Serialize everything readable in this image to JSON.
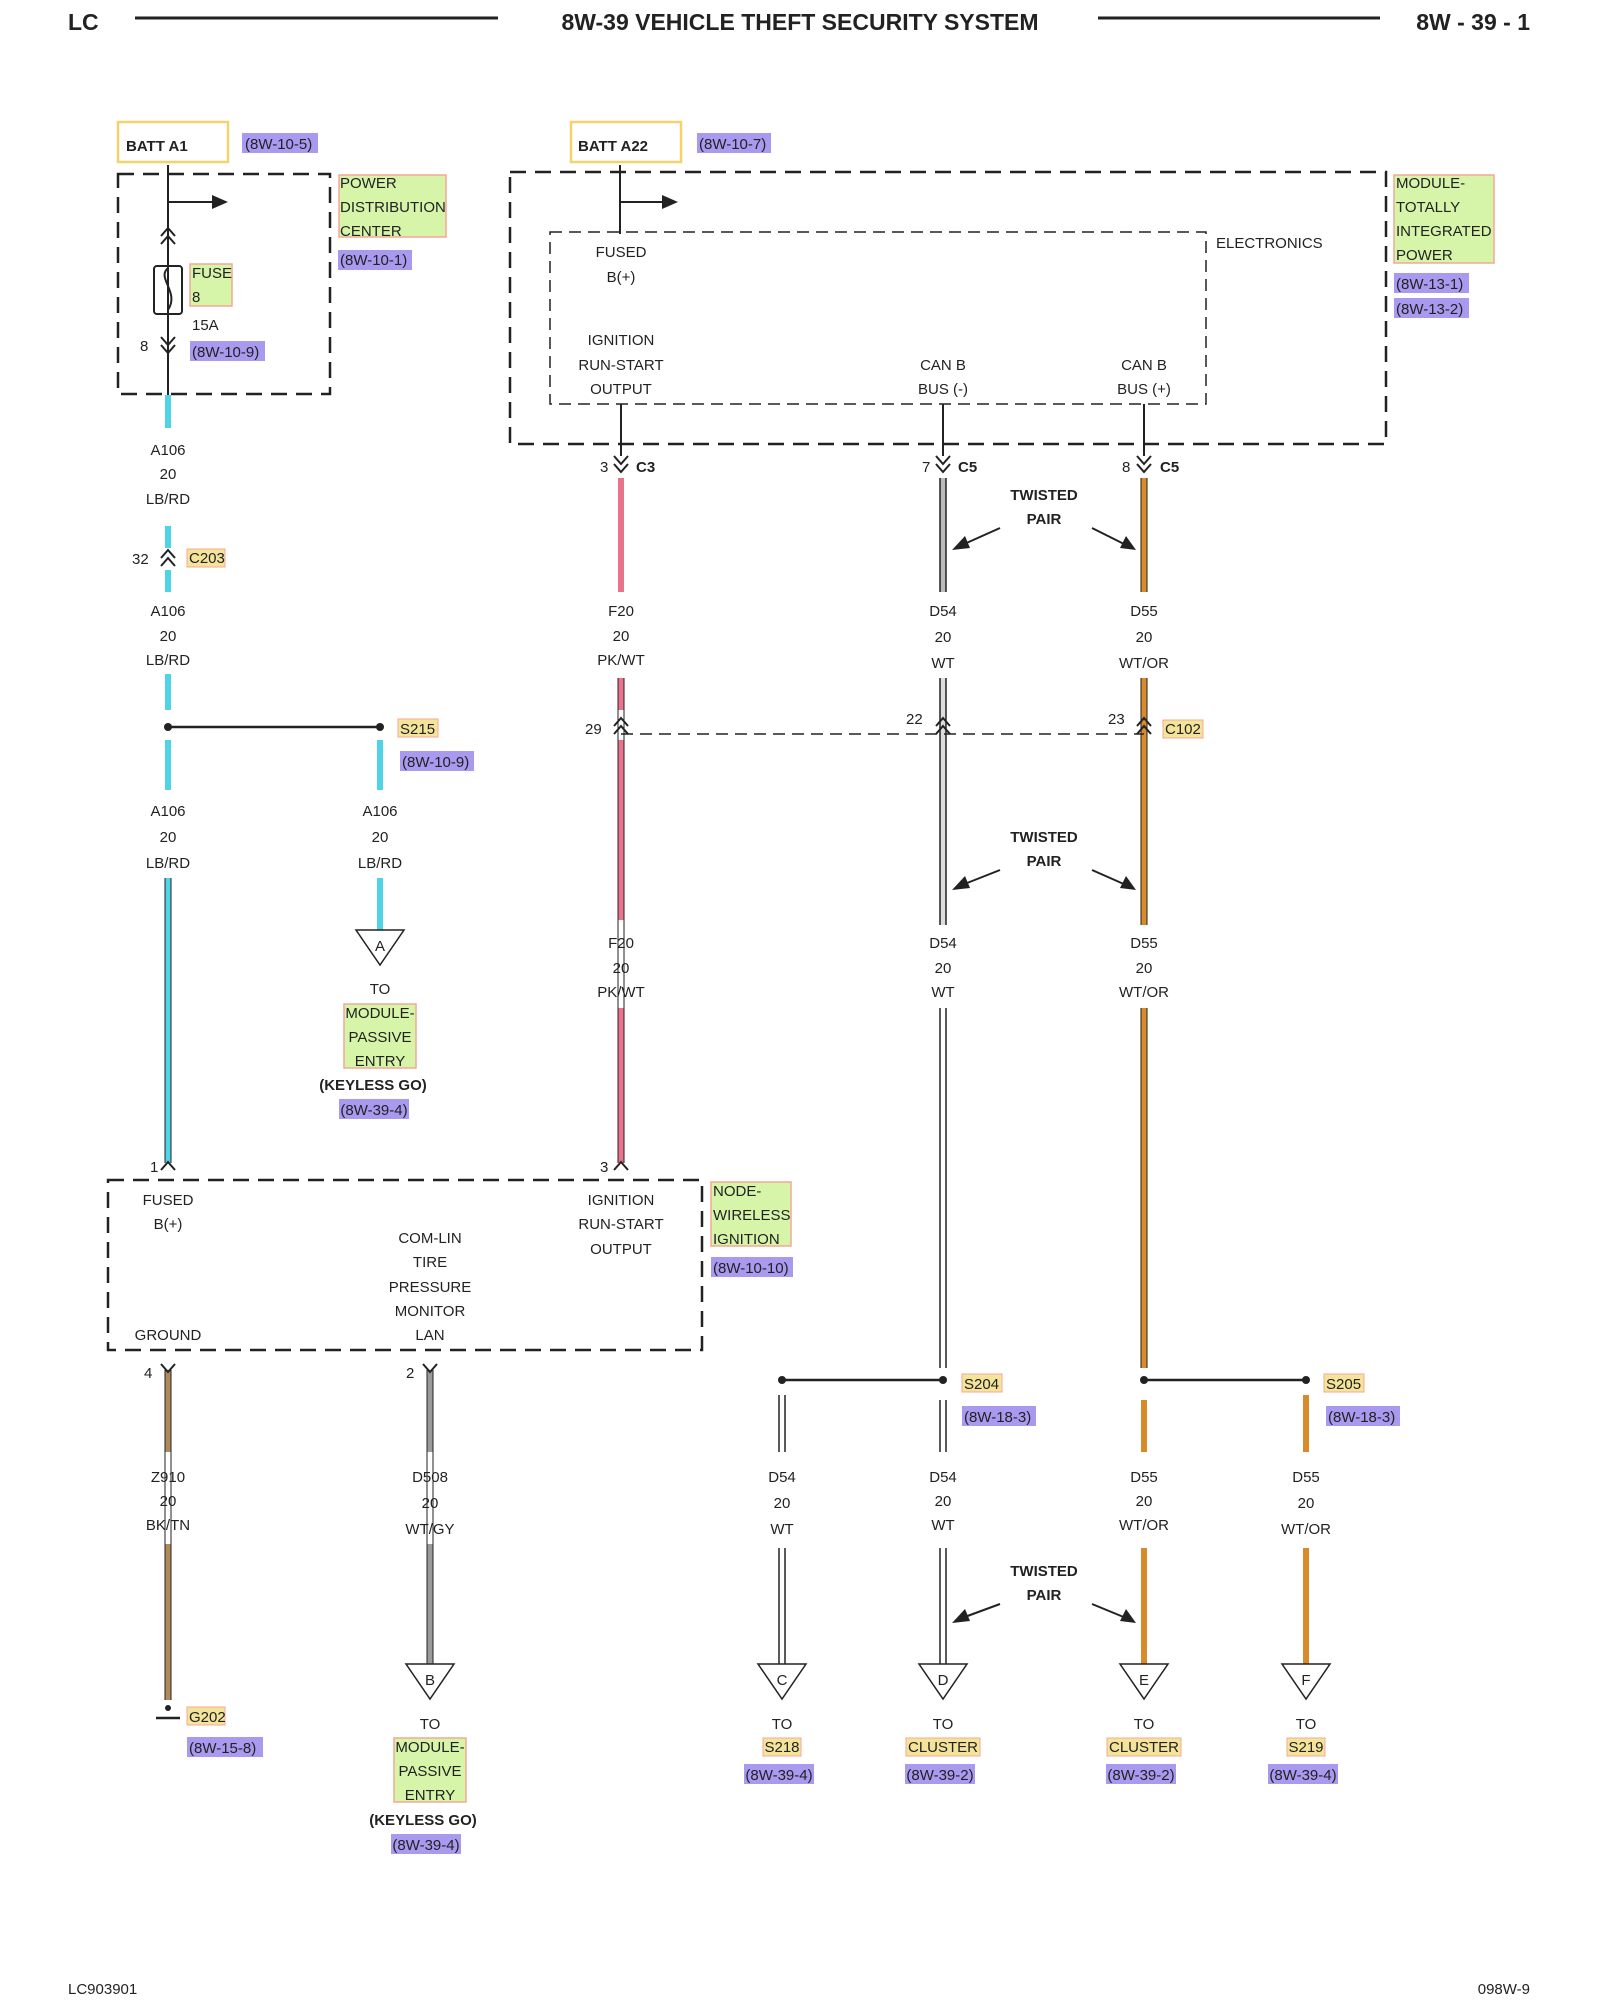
{
  "header": {
    "left": "LC",
    "title": "8W-39 VEHICLE THEFT SECURITY SYSTEM",
    "right": "8W - 39 - 1"
  },
  "footer": {
    "left": "LC903901",
    "right": "098W-9"
  },
  "batt_a1": {
    "label": "BATT A1",
    "ref": "(8W-10-5)"
  },
  "batt_a22": {
    "label": "BATT A22",
    "ref": "(8W-10-7)"
  },
  "pdc": {
    "name_lines": [
      "POWER",
      "DISTRIBUTION",
      "CENTER"
    ],
    "ref": "(8W-10-1)",
    "fuse_lines": [
      "FUSE",
      "8"
    ],
    "amps": "15A",
    "pin": "8",
    "fuse_ref": "(8W-10-9)"
  },
  "tipm": {
    "name_lines": [
      "MODULE-",
      "TOTALLY",
      "INTEGRATED",
      "POWER"
    ],
    "refs": [
      "(8W-13-1)",
      "(8W-13-2)"
    ],
    "electronics": "ELECTRONICS",
    "fused_lines": [
      "FUSED",
      "B(+)"
    ],
    "ign_lines": [
      "IGNITION",
      "RUN-START",
      "OUTPUT"
    ],
    "canm_lines": [
      "CAN B",
      "BUS (-)"
    ],
    "canp_lines": [
      "CAN B",
      "BUS (+)"
    ]
  },
  "pins": {
    "p3": "3",
    "c3": "C3",
    "p7": "7",
    "c5a": "C5",
    "p8": "8",
    "c5b": "C5",
    "p32": "32",
    "c203": "C203",
    "p29": "29",
    "p22": "22",
    "p23": "23",
    "c102": "C102",
    "p1": "1",
    "p3b": "3",
    "p4": "4",
    "p2": "2"
  },
  "twisted": [
    "TWISTED",
    "PAIR"
  ],
  "wires": {
    "a106": [
      "A106",
      "20",
      "LB/RD"
    ],
    "f20": [
      "F20",
      "20",
      "PK/WT"
    ],
    "d54": [
      "D54",
      "20",
      "WT"
    ],
    "d55": [
      "D55",
      "20",
      "WT/OR"
    ],
    "z910": [
      "Z910",
      "20",
      "BK/TN"
    ],
    "d508": [
      "D508",
      "20",
      "WT/GY"
    ]
  },
  "splices": {
    "s215": "S215",
    "s215_ref": "(8W-10-9)",
    "s204": "S204",
    "s204_ref": "(8W-18-3)",
    "s205": "S205",
    "s205_ref": "(8W-18-3)"
  },
  "wireless": {
    "name_lines": [
      "NODE-",
      "WIRELESS",
      "IGNITION"
    ],
    "ref": "(8W-10-10)",
    "fused_lines": [
      "FUSED",
      "B(+)"
    ],
    "comlin_lines": [
      "COM-LIN",
      "TIRE",
      "PRESSURE",
      "MONITOR",
      "LAN"
    ],
    "ign_lines": [
      "IGNITION",
      "RUN-START",
      "OUTPUT"
    ],
    "ground": "GROUND"
  },
  "ground": {
    "name": "G202",
    "ref": "(8W-15-8)"
  },
  "to": "TO",
  "dest_a": {
    "letter": "A",
    "name_lines": [
      "MODULE-",
      "PASSIVE",
      "ENTRY"
    ],
    "note": "(KEYLESS GO)",
    "ref": "(8W-39-4)"
  },
  "dest_b": {
    "letter": "B",
    "name_lines": [
      "MODULE-",
      "PASSIVE",
      "ENTRY"
    ],
    "note": "(KEYLESS GO)",
    "ref": "(8W-39-4)"
  },
  "dest_c": {
    "letter": "C",
    "name": "S218",
    "ref": "(8W-39-4)"
  },
  "dest_d": {
    "letter": "D",
    "name": "CLUSTER",
    "ref": "(8W-39-2)"
  },
  "dest_e": {
    "letter": "E",
    "name": "CLUSTER",
    "ref": "(8W-39-2)"
  },
  "dest_f": {
    "letter": "F",
    "name": "S219",
    "ref": "(8W-39-4)"
  },
  "colors": {
    "lb": "#4fd3e6",
    "pk": "#e8738a",
    "or": "#d98a2b",
    "tn": "#b08a5a",
    "gy": "#9a9a9a",
    "hl_green": "#d6f5a8",
    "hl_purple": "#a999ef",
    "hl_yellow": "#f3e49a",
    "box_yellow": "#f3d36b"
  }
}
